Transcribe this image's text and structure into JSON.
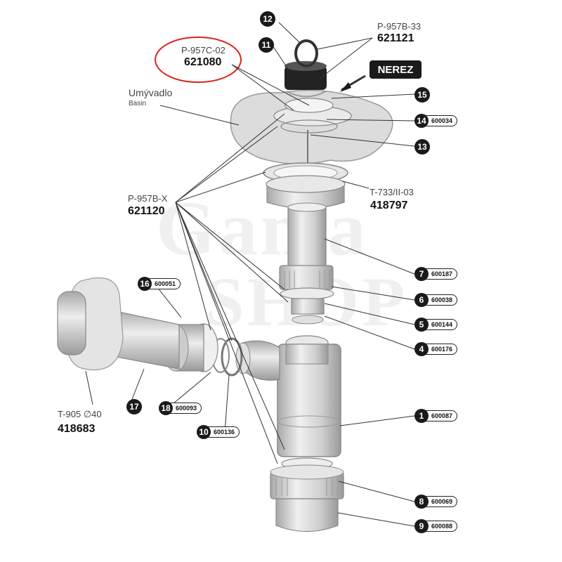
{
  "labels": {
    "p957c02_code": "P-957C-02",
    "p957c02_num": "621080",
    "p957b33_code": "P-957B-33",
    "p957b33_num": "621121",
    "nerez": "NEREZ",
    "basin_cz": "Umývadlo",
    "basin_en": "Basin",
    "p957bx_code": "P-957B-X",
    "p957bx_num": "621120",
    "t733_code": "T-733/II-03",
    "t733_num": "418797",
    "t905_code": "T-905 ∅40",
    "t905_num": "418683"
  },
  "watermark": {
    "line1": "Gama",
    "line2": "SHOP"
  },
  "callouts": [
    {
      "n": "12"
    },
    {
      "n": "11"
    },
    {
      "n": "15"
    },
    {
      "n": "14",
      "code": "600034"
    },
    {
      "n": "13"
    },
    {
      "n": "7",
      "code": "600187"
    },
    {
      "n": "6",
      "code": "600038"
    },
    {
      "n": "5",
      "code": "600144"
    },
    {
      "n": "4",
      "code": "600176"
    },
    {
      "n": "16",
      "code": "600051"
    },
    {
      "n": "17"
    },
    {
      "n": "18",
      "code": "600093"
    },
    {
      "n": "10",
      "code": "600136"
    },
    {
      "n": "1",
      "code": "600087"
    },
    {
      "n": "8",
      "code": "600069"
    },
    {
      "n": "9",
      "code": "600088"
    }
  ],
  "colors": {
    "highlight_circle": "#d9261c",
    "badge": "#1a1a1a",
    "part_fill": "#d9d9d9",
    "part_stroke": "#8a8a8a"
  }
}
